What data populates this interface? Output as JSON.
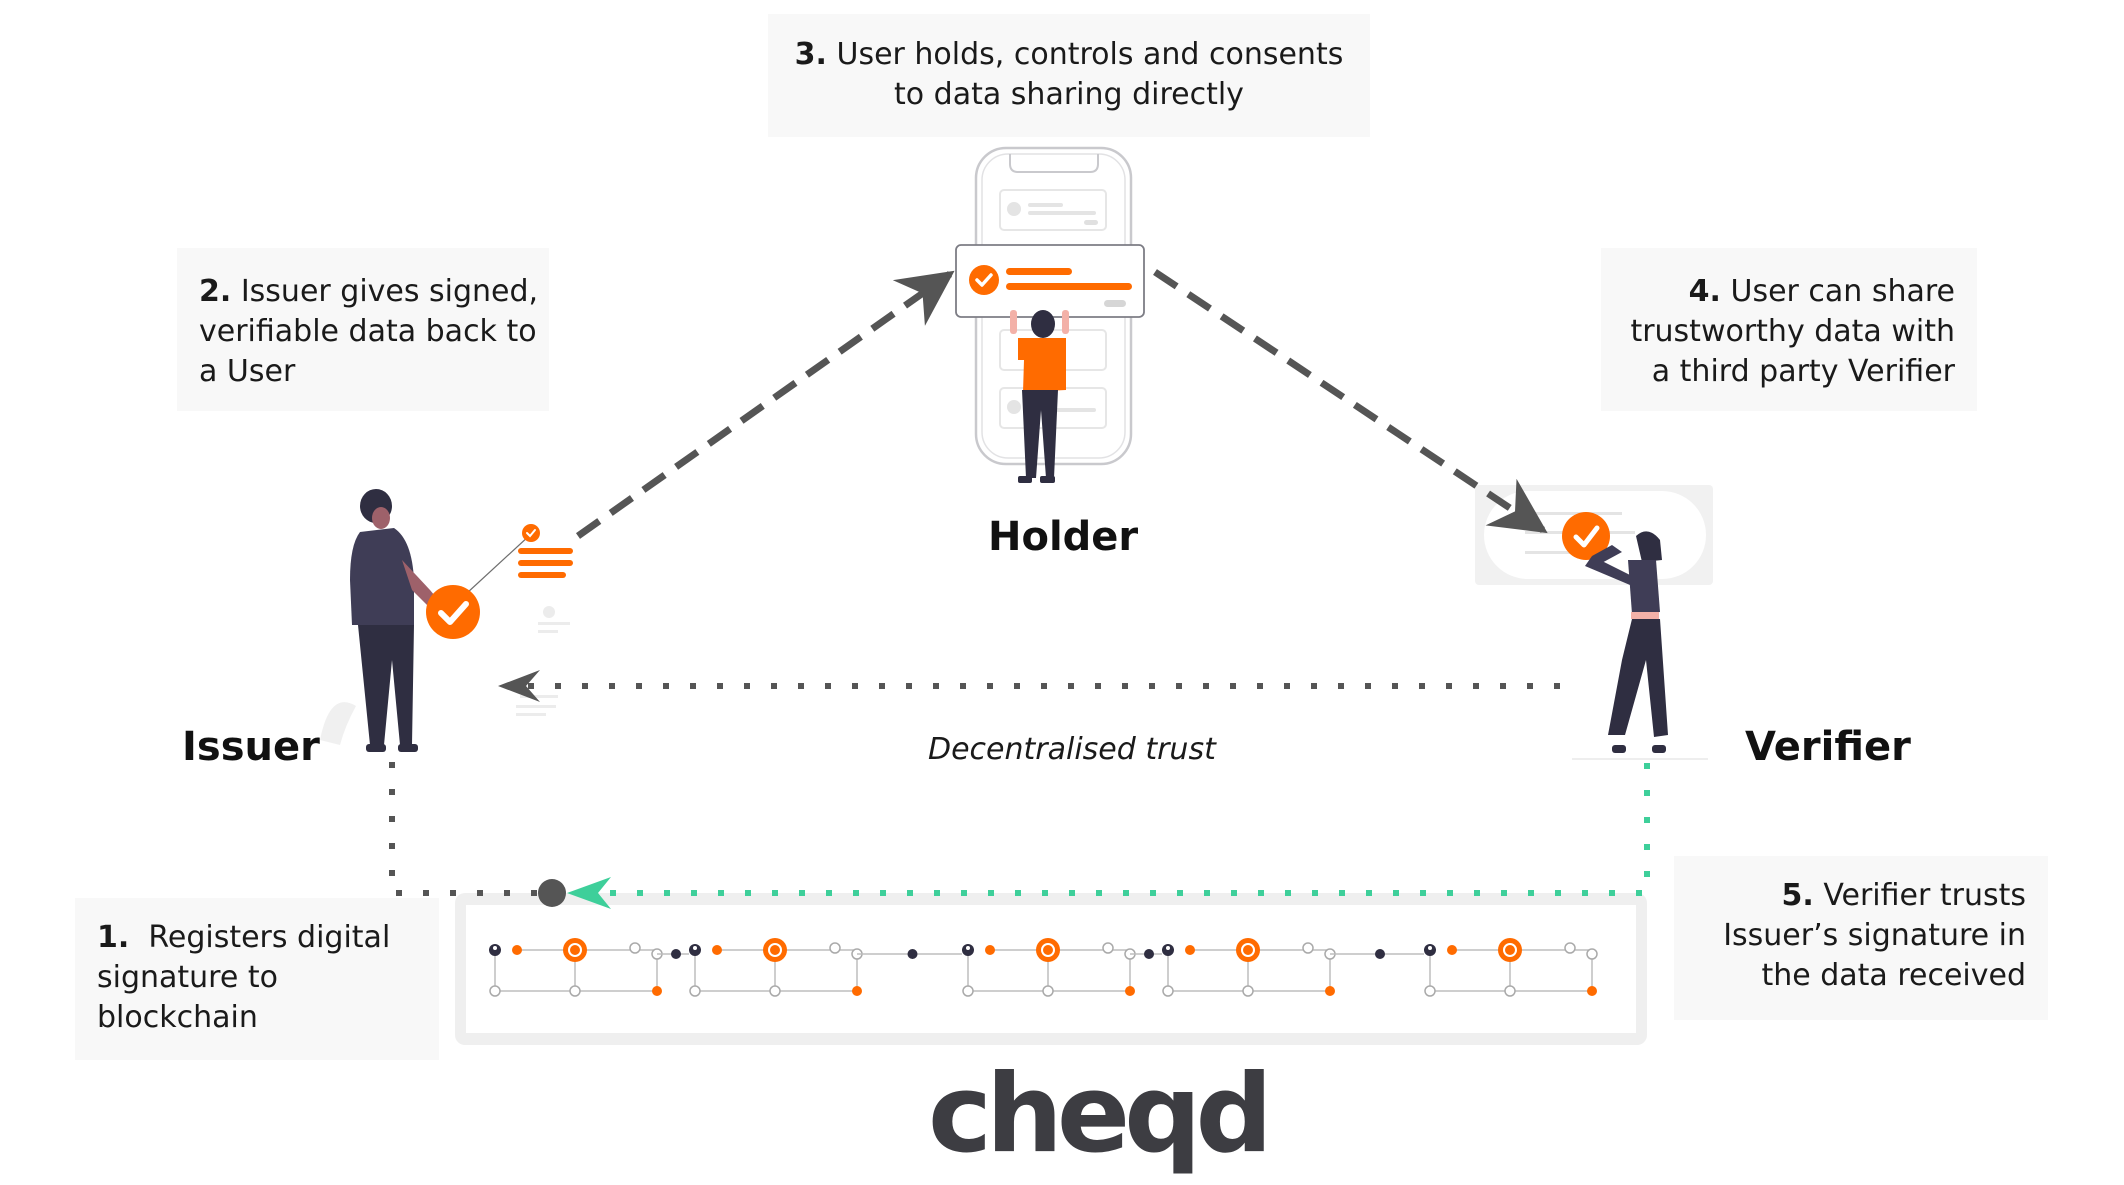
{
  "steps": [
    {
      "number": "1.",
      "text_lines": [
        "Registers digital",
        "signature to",
        "blockchain"
      ]
    },
    {
      "number": "2.",
      "text_lines": [
        "Issuer gives signed,",
        "verifiable data back to",
        "a User"
      ]
    },
    {
      "number": "3.",
      "text_lines": [
        "User holds, controls and consents",
        "to data sharing directly"
      ]
    },
    {
      "number": "4.",
      "text_lines": [
        "User can share",
        "trustworthy data with",
        "a third party Verifier"
      ]
    },
    {
      "number": "5.",
      "text_lines": [
        "Verifier trusts",
        "Issuer’s signature in",
        "the data received"
      ]
    }
  ],
  "roles": {
    "holder": "Holder",
    "issuer": "Issuer",
    "verifier": "Verifier"
  },
  "trust_label": "Decentralised trust",
  "logo_text": "cheqd",
  "colors": {
    "accent_orange": "#ff6b00",
    "arrow_gray": "#555555",
    "trust_green": "#3ecf9a",
    "box_bg": "#f8f8f8",
    "figure_dark": "#2f2e41",
    "logo_dark": "#3d3d42"
  },
  "icons": [
    "checkmark-badge-icon",
    "document-lines-icon",
    "phone-icon",
    "person-icon",
    "blockchain-node-icon",
    "cheqd-coin-icon"
  ]
}
